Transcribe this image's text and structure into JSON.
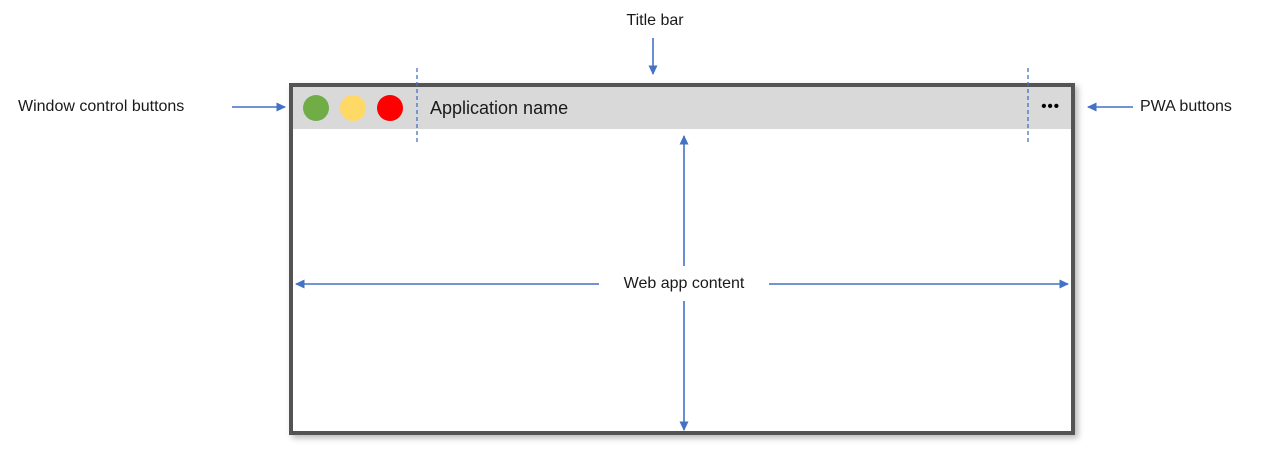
{
  "diagram": {
    "annotations": {
      "title_bar": "Title bar",
      "window_controls": "Window control buttons",
      "pwa_buttons": "PWA buttons",
      "web_app_content": "Web app content"
    },
    "window": {
      "app_name": "Application name",
      "pwa_menu_glyph": "•••"
    }
  },
  "colors": {
    "accent-blue": "#4472C4",
    "traffic-green": "#70AD47",
    "traffic-yellow": "#FFD966",
    "traffic-red": "#FF0000",
    "titlebar-gray": "#D9D9D9",
    "window-border": "#545454",
    "label-text": "#1a1a1a"
  }
}
